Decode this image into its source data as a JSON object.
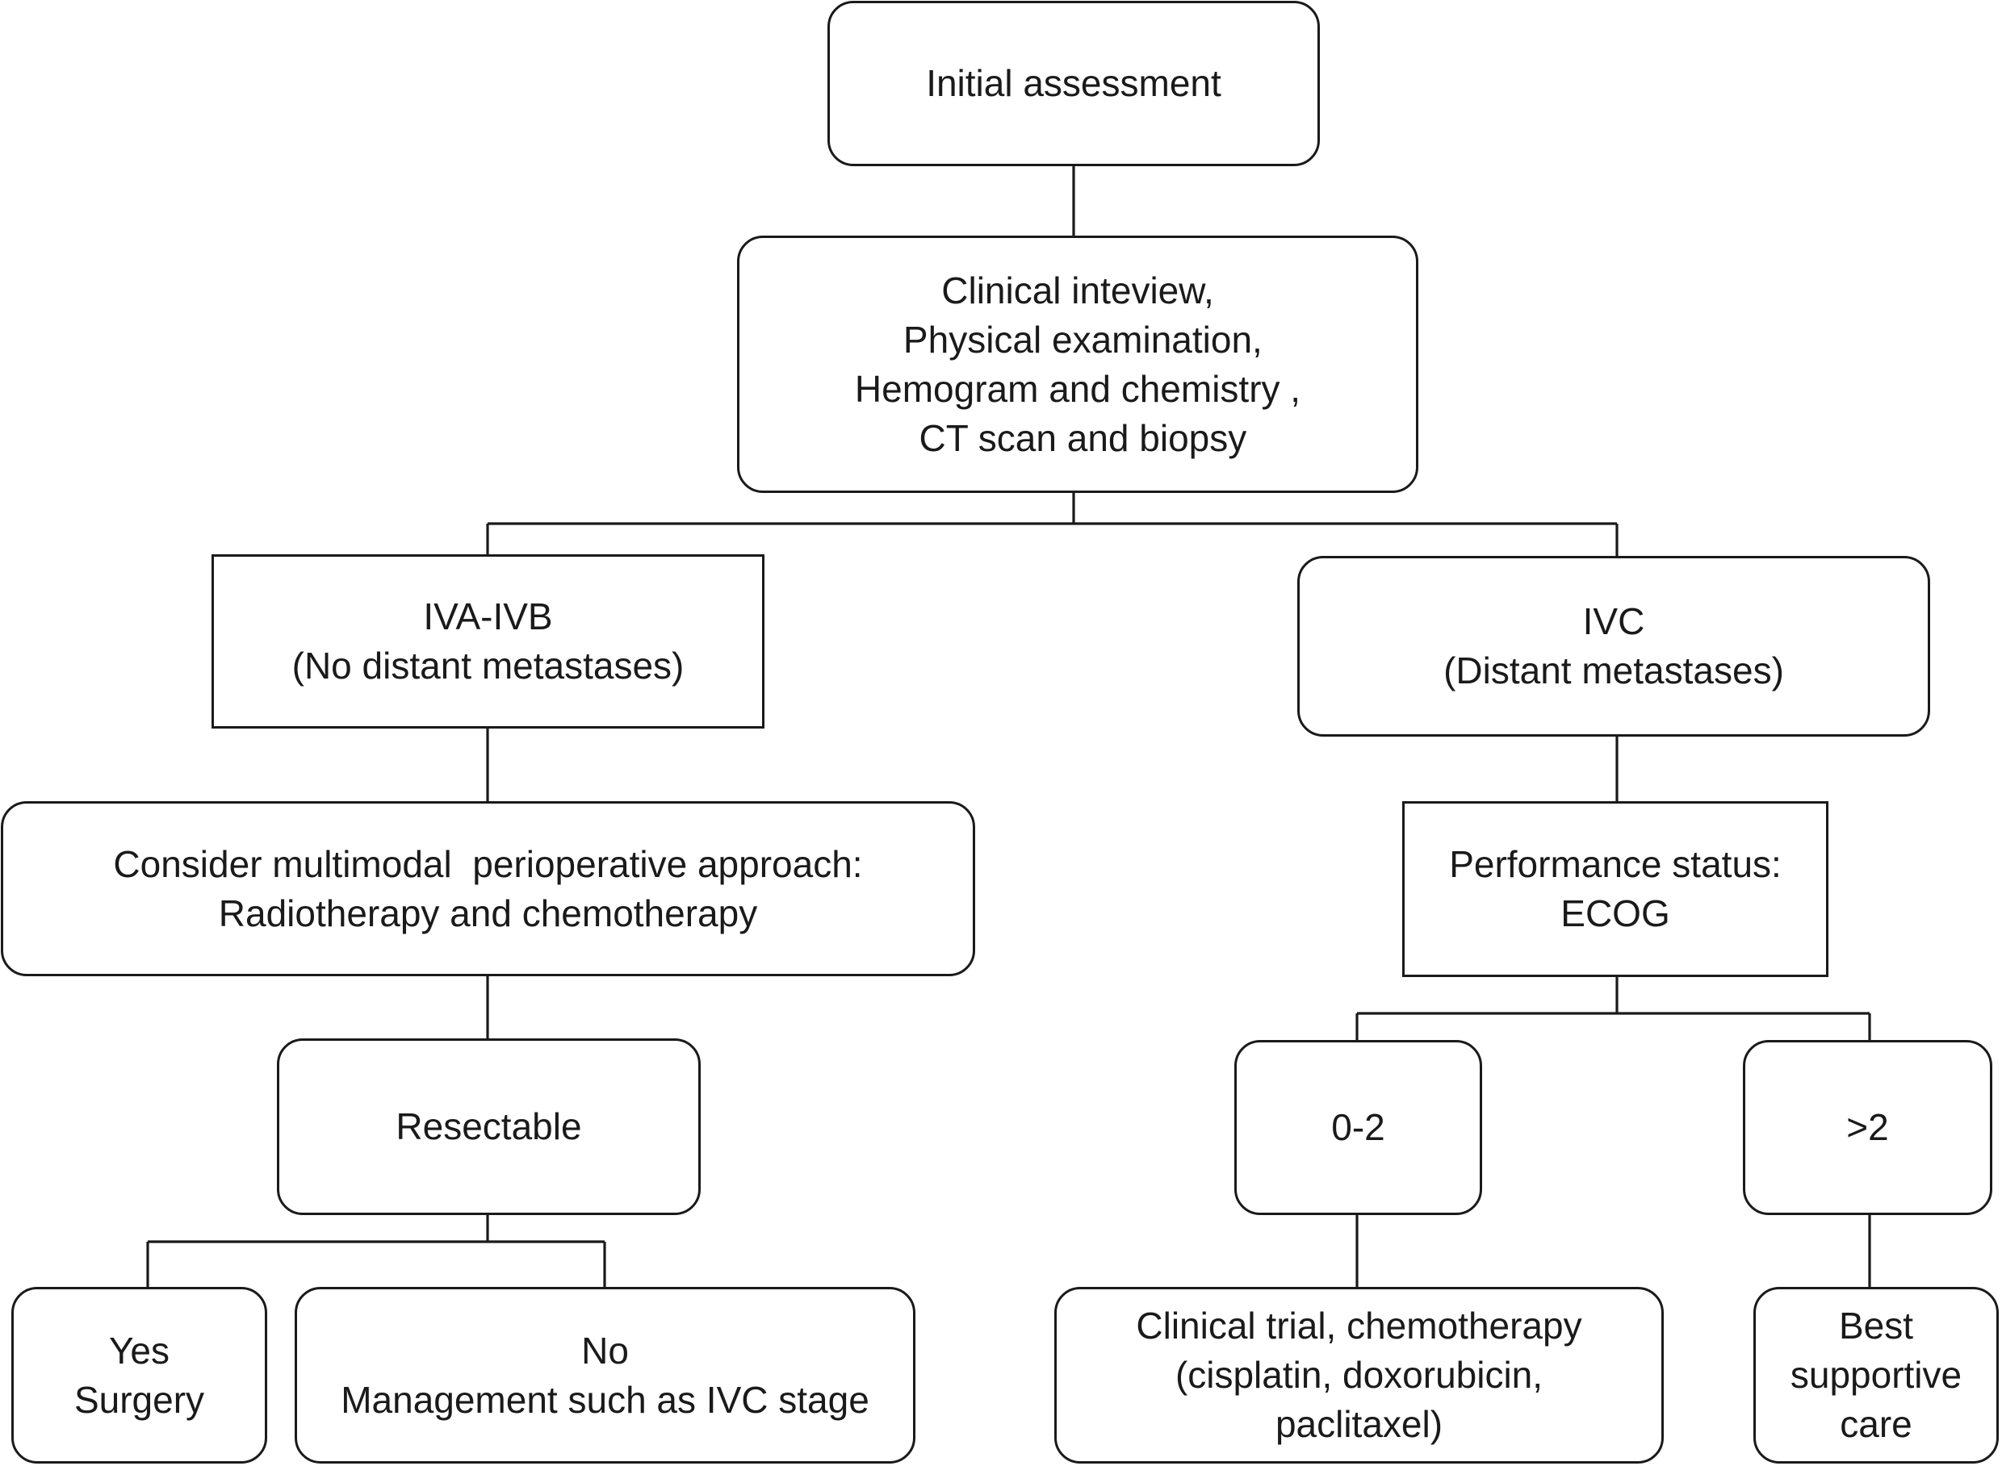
{
  "nodes": {
    "initial_assessment": {
      "lines": [
        "Initial assessment"
      ]
    },
    "workup": {
      "lines": [
        "Clinical inteview,",
        " Physical examination,",
        "Hemogram and chemistry ,",
        " CT scan and biopsy"
      ]
    },
    "iva_ivb": {
      "lines": [
        "IVA-IVB",
        "(No distant metastases)"
      ]
    },
    "ivc": {
      "lines": [
        "IVC",
        "(Distant metastases)"
      ]
    },
    "multimodal": {
      "lines": [
        "Consider multimodal  perioperative approach:",
        "Radiotherapy and chemotherapy"
      ]
    },
    "performance_status": {
      "lines": [
        "Performance status:",
        "ECOG"
      ]
    },
    "resectable": {
      "lines": [
        "Resectable"
      ]
    },
    "ecog_0_2": {
      "lines": [
        "0-2"
      ]
    },
    "ecog_gt_2": {
      "lines": [
        ">2"
      ]
    },
    "yes_surgery": {
      "lines": [
        "Yes",
        "Surgery"
      ]
    },
    "no_management": {
      "lines": [
        "No",
        "Management such as IVC stage"
      ]
    },
    "clinical_trial": {
      "lines": [
        "Clinical trial, chemotherapy",
        "(cisplatin, doxorubicin,",
        "paclitaxel)"
      ]
    },
    "best_supportive_care": {
      "lines": [
        "Best",
        "supportive",
        "care"
      ]
    }
  },
  "colors": {
    "line": "#1a1a1a",
    "background": "#ffffff"
  }
}
